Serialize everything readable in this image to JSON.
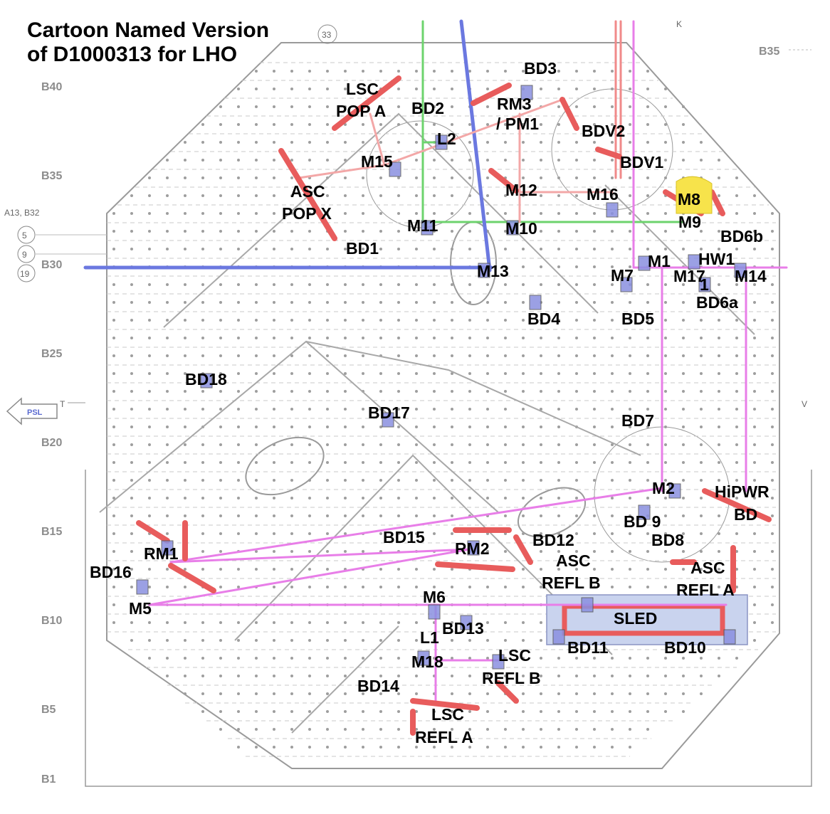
{
  "title_lines": [
    "Cartoon Named Version",
    "of D1000313 for LHO"
  ],
  "row_markers": [
    "B40",
    "B35",
    "B30",
    "B25",
    "B20",
    "B15",
    "B10",
    "B5",
    "B1"
  ],
  "corner_marker": "B35",
  "side_note": "A13, B32",
  "circle_tags": [
    "33",
    "5",
    "9",
    "19"
  ],
  "psl_label": "PSL",
  "edge_letters": {
    "t": "T",
    "v": "V",
    "k": "K"
  },
  "labels": {
    "bd3": "BD3",
    "lsc_pop_a_1": "LSC",
    "lsc_pop_a_2": "POP A",
    "bd2": "BD2",
    "rm3_1": "RM3",
    "rm3_2": "/ PM1",
    "l2": "L2",
    "bdv2": "BDV2",
    "bdv1": "BDV1",
    "m15": "M15",
    "m12": "M12",
    "m16": "M16",
    "m8": "M8",
    "asc_pop_x_1": "ASC",
    "asc_pop_x_2": "POP X",
    "m9": "M9",
    "m11": "M11",
    "m10": "M10",
    "bd6b": "BD6b",
    "bd1": "BD1",
    "m1": "M1",
    "hw1": "HW1",
    "m13": "M13",
    "m7": "M7",
    "m17": "M17",
    "m17_sub": "1",
    "m14": "M14",
    "bd6a": "BD6a",
    "bd4": "BD4",
    "bd5": "BD5",
    "bd18": "BD18",
    "bd17": "BD17",
    "bd7": "BD7",
    "m2": "M2",
    "hipwr_1": "HiPWR",
    "hipwr_2": "BD",
    "bd9": "BD 9",
    "bd15": "BD15",
    "bd12": "BD12",
    "bd8": "BD8",
    "rm1": "RM1",
    "rm2": "RM2",
    "asc_refl_b_1": "ASC",
    "asc_refl_b_2": "REFL B",
    "asc_refl_a_1": "ASC",
    "asc_refl_a_2": "REFL A",
    "bd16": "BD16",
    "m6": "M6",
    "m5": "M5",
    "sled": "SLED",
    "l1": "L1",
    "bd13": "BD13",
    "bd11": "BD11",
    "bd10": "BD10",
    "lsc_refl_b_1": "LSC",
    "lsc_refl_b_2": "REFL B",
    "m18": "M18",
    "bd14": "BD14",
    "lsc_refl_a_1": "LSC",
    "lsc_refl_a_2": "REFL A"
  },
  "beam_colors": {
    "green": "#6dd36d",
    "blue": "#6b78e0",
    "magenta": "#e87ee8",
    "red": "#f08a8a",
    "pink": "#f3a7a7"
  },
  "component_colors": {
    "mount_red": "#e85c5c",
    "optic_blue": "#8a90e0",
    "highlight_yellow": "#f7e34b",
    "sled_blue": "#b7c4e8",
    "board_line": "#b5b5b5"
  }
}
